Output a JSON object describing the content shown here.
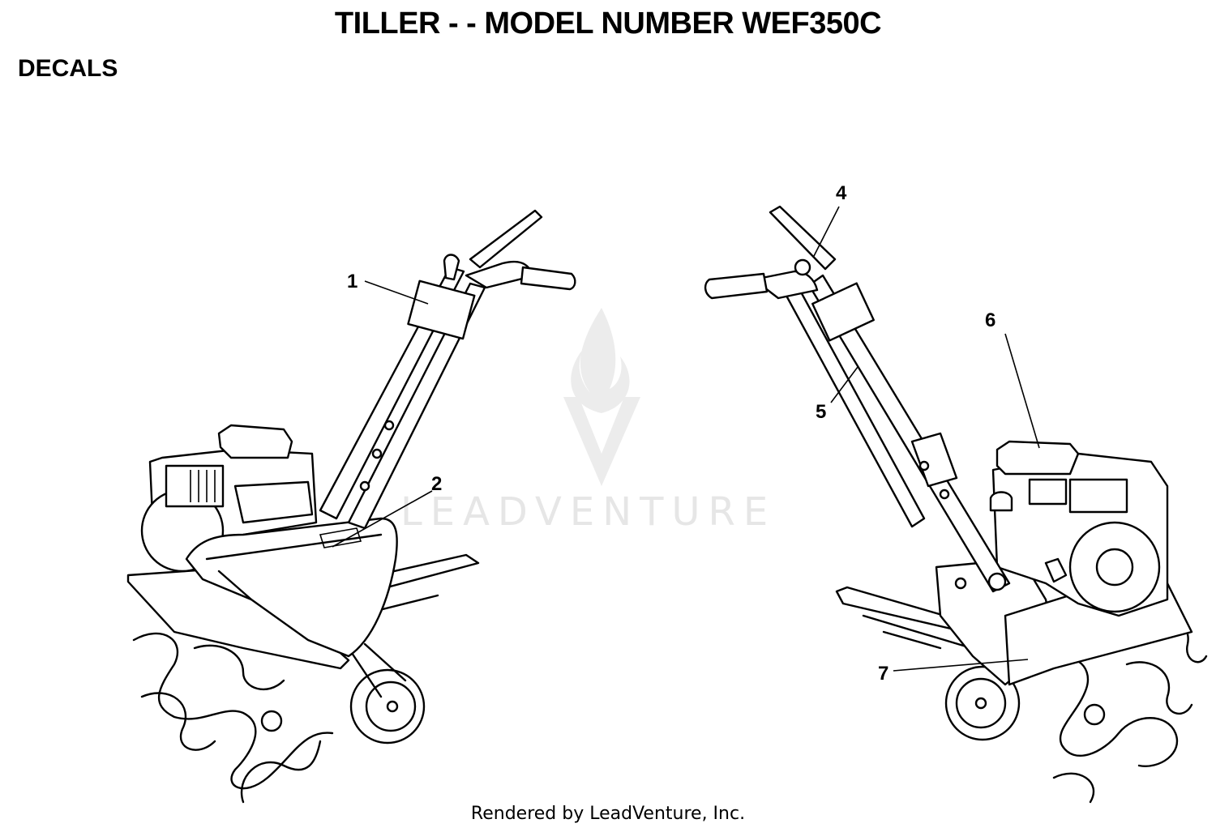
{
  "title": "TILLER - - MODEL NUMBER WEF350C",
  "section": "DECALS",
  "watermark": "LEADVENTURE",
  "footer": "Rendered by LeadVenture, Inc.",
  "callouts": [
    "1",
    "2",
    "4",
    "5",
    "6",
    "7"
  ]
}
